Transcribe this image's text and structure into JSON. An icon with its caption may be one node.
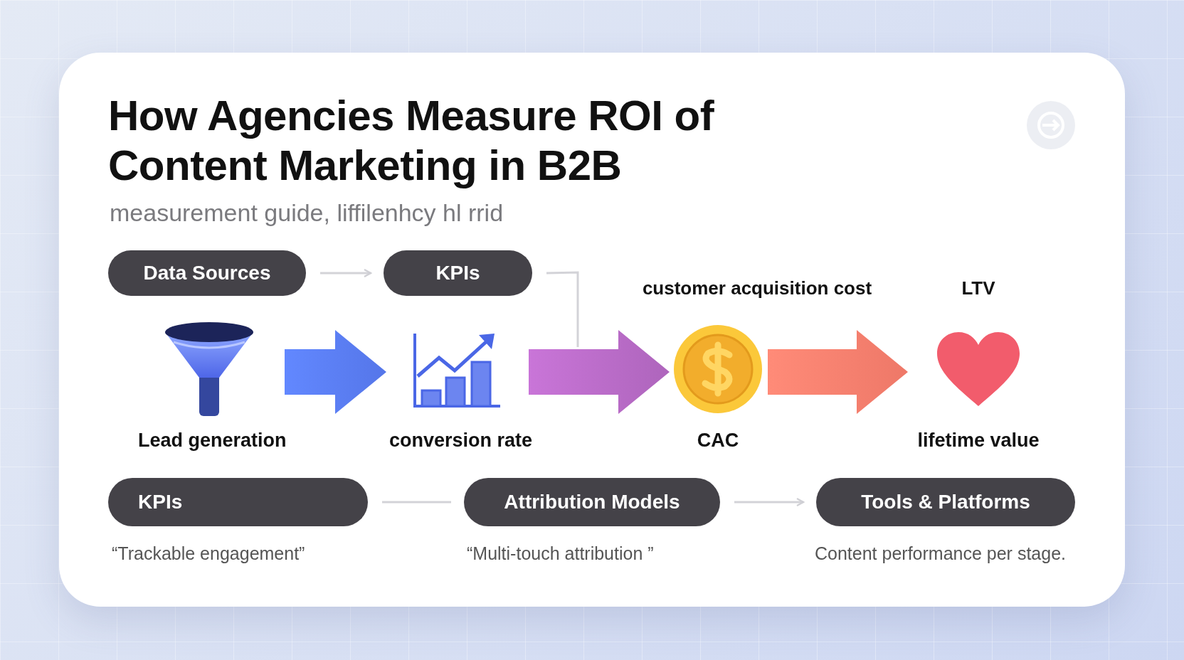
{
  "diagram": {
    "title": "How Agencies Measure ROI of Content Marketing in B2B",
    "caption": "measurement guide, liffilenhcy hl rrid",
    "nodes": [
      {
        "text": [
          "Data Sources"
        ]
      },
      {
        "text": [
          "KPIs"
        ]
      },
      {
        "text": [
          "Lead generation"
        ]
      },
      {
        "text": [
          "conversion rate"
        ]
      },
      {
        "text": [
          "CAC"
        ],
        "beside": [
          "customer acquisition cost"
        ]
      },
      {
        "text": [
          "lifetime value"
        ],
        "beside": [
          "LTV"
        ]
      },
      {
        "text": [
          "KPIs"
        ],
        "beside": [
          "“Trackable engagement”"
        ]
      },
      {
        "text": [
          "Attribution Models"
        ],
        "beside": [
          "“Multi-touch attribution ”"
        ]
      },
      {
        "text": [
          "Tools & Platforms"
        ],
        "beside": [
          "Content performance per stage."
        ]
      }
    ],
    "edges": [
      {
        "from": 0,
        "to": 1,
        "arrow": "to"
      },
      {
        "from": 1,
        "to": null,
        "arrow": "none"
      },
      {
        "from": 2,
        "to": 3,
        "arrow": "to",
        "style": "thick",
        "color": "#5a7cf6"
      },
      {
        "from": 3,
        "to": 4,
        "arrow": "to",
        "style": "thick",
        "color": "#b86bc6"
      },
      {
        "from": 4,
        "to": 5,
        "arrow": "to",
        "style": "thick",
        "color": "#fb7f6e"
      },
      {
        "from": 6,
        "to": 7,
        "arrow": "none"
      },
      {
        "from": 7,
        "to": 8,
        "arrow": "to"
      }
    ]
  }
}
